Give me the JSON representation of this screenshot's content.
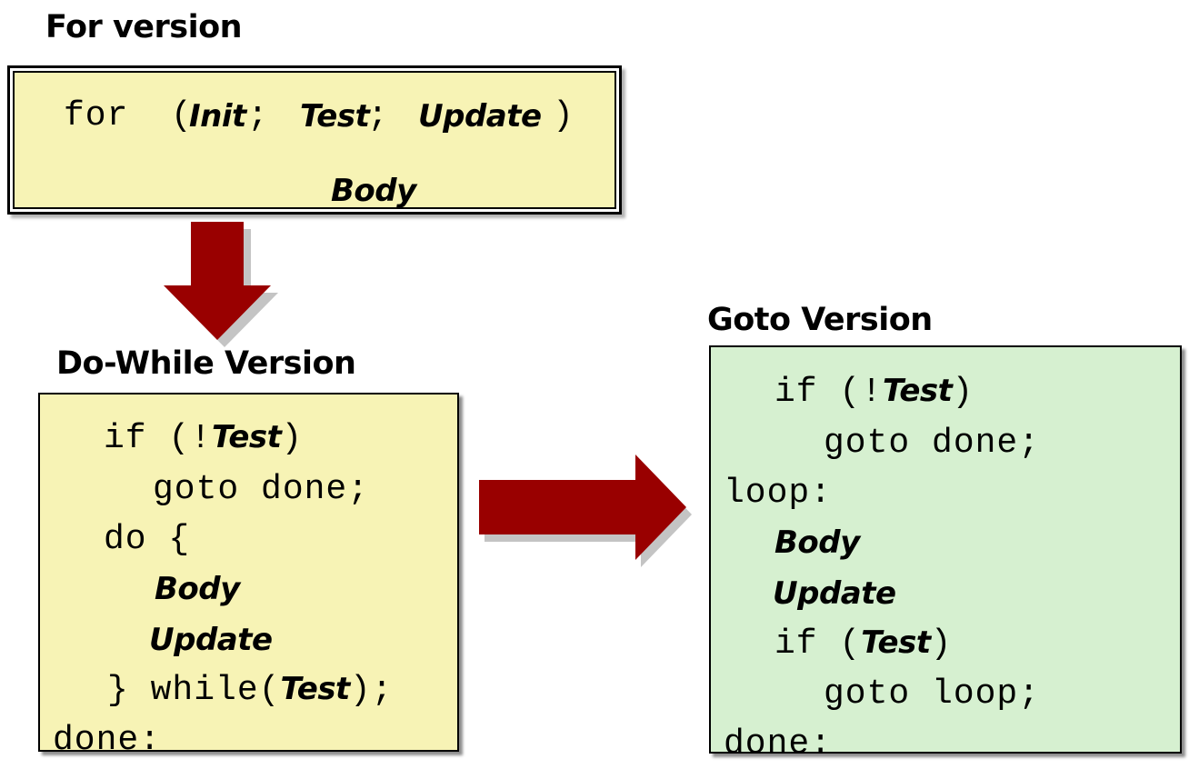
{
  "colors": {
    "yellow_box": "#f7f3b5",
    "green_box": "#d6f0d0",
    "arrow": "#990000"
  },
  "for_section": {
    "heading": "For version",
    "line1": [
      "for",
      "(",
      "Init",
      ";",
      "Test",
      ";",
      "Update",
      ")"
    ],
    "line2": "Body"
  },
  "dowhile_section": {
    "heading": "Do-While Version",
    "lines": [
      [
        "if",
        "(!",
        "Test",
        ")"
      ],
      [
        "goto done;"
      ],
      [
        "do {"
      ],
      [
        "Body"
      ],
      [
        "Update"
      ],
      [
        "}",
        "while(",
        "Test",
        ");"
      ],
      [
        "done:"
      ]
    ]
  },
  "goto_section": {
    "heading": "Goto Version",
    "lines": [
      [
        "if",
        "(!",
        "Test",
        ")"
      ],
      [
        "goto done;"
      ],
      [
        "loop:"
      ],
      [
        "Body"
      ],
      [
        "Update"
      ],
      [
        "if",
        "(",
        "Test",
        ")"
      ],
      [
        "goto loop;"
      ],
      [
        "done:"
      ]
    ]
  },
  "icons": {
    "down_arrow": "arrow-down-icon",
    "right_arrow": "arrow-right-icon"
  }
}
